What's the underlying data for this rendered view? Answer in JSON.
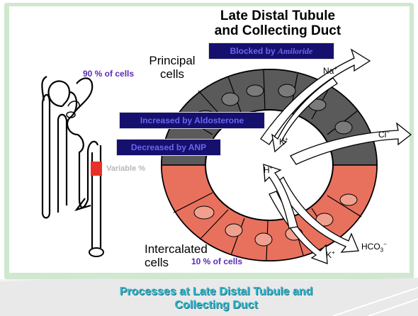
{
  "diagram": {
    "title_line1": "Late Distal Tubule",
    "title_line2": "and Collecting Duct",
    "blocked_by_prefix": "Blocked by",
    "blocked_by_drug": "Amiloride",
    "principal_cells_line1": "Principal",
    "principal_cells_line2": "cells",
    "principal_pct": "90 % of cells",
    "increased_by": "Increased by Aldosterone",
    "decreased_by": "Decreased by ANP",
    "variable_pct": "Variable %",
    "intercalated_line1": "Intercalated",
    "intercalated_line2": "cells",
    "intercalated_pct": "10 % of cells",
    "ions": {
      "na": "Na",
      "na_charge": "+",
      "k_top": "K",
      "k_top_charge": "+",
      "cl": "Cl",
      "cl_charge": "−",
      "h": "H",
      "h_charge": "+",
      "k_bottom": "K",
      "k_bottom_charge": "+",
      "hco3": "HCO",
      "hco3_sub": "3",
      "hco3_charge": "−"
    }
  },
  "caption": {
    "line1": "Processes at Late Distal Tubule and",
    "line2": "Collecting Duct"
  },
  "colors": {
    "principal_cell": "#5a5a5a",
    "intercalated_cell": "#e8715e",
    "highlight_segment": "#e8302a",
    "label_box": "#15106e",
    "caption_text": "#2db7cf",
    "percent_text": "#5a2bb5"
  }
}
